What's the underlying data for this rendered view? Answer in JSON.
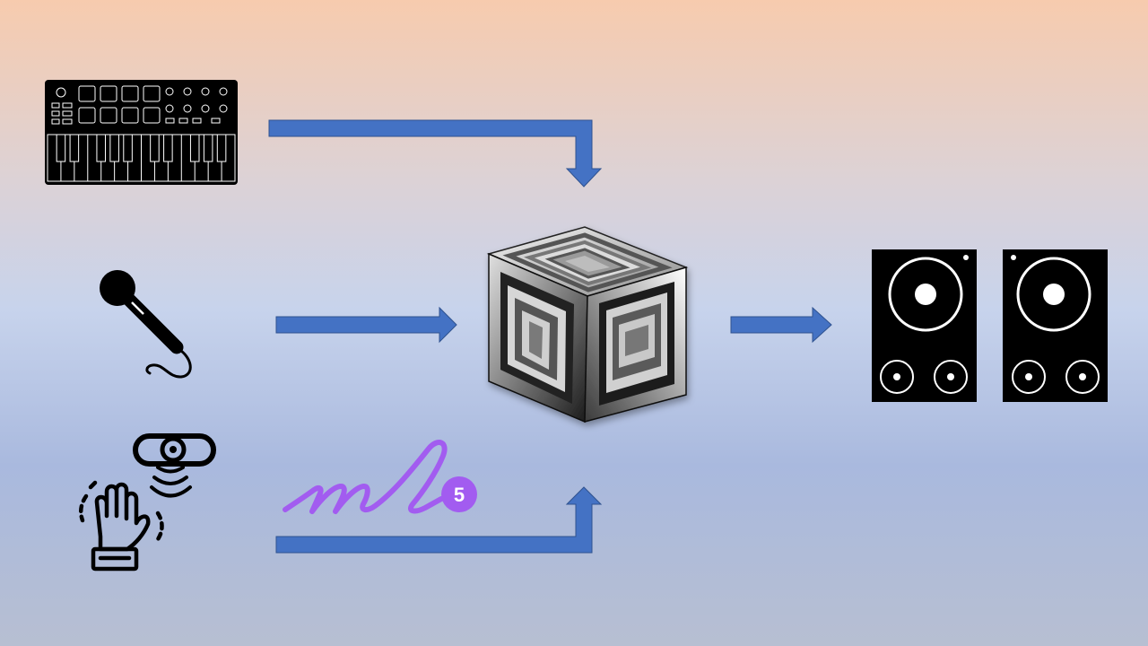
{
  "diagram": {
    "inputs": [
      {
        "name": "midi-keyboard",
        "icon": "midi-keyboard-icon"
      },
      {
        "name": "microphone",
        "icon": "microphone-icon"
      },
      {
        "name": "gesture-webcam",
        "icon": "hand-gesture-webcam-icon"
      }
    ],
    "ml5_logo": {
      "text": "ml",
      "badge": "5",
      "color": "#a25cf0"
    },
    "processor": {
      "icon": "concentric-cube-icon"
    },
    "outputs": [
      {
        "name": "speaker-left",
        "icon": "speaker-icon"
      },
      {
        "name": "speaker-right",
        "icon": "speaker-icon"
      }
    ],
    "colors": {
      "arrow": "#4472c4",
      "arrow_border": "#2f528f",
      "device": "#000000",
      "device_line": "#ffffff"
    }
  }
}
